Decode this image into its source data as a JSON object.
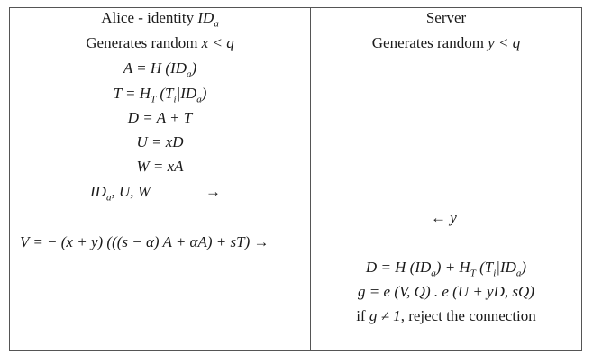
{
  "columns": {
    "alice": {
      "title_prefix": "Alice - identity ",
      "title_id": "ID",
      "title_sub": "a"
    },
    "server": {
      "title": "Server"
    }
  },
  "alice": {
    "gen_prefix": "Generates random ",
    "gen_expr": "x < q",
    "eq_A": {
      "lhs": "A",
      "rhs": " = H (ID",
      "sub": "a",
      "tail": ")"
    },
    "eq_T": {
      "text1": "T = H",
      "sub1": "T",
      "text2": " (T",
      "sub2": "i",
      "text3": "|ID",
      "sub3": "a",
      "text4": ")"
    },
    "eq_D": "D = A + T",
    "eq_U": "U = xD",
    "eq_W": "W = xA",
    "send1": {
      "id": "ID",
      "sub": "a",
      "rest": ", U, W",
      "arrow": "→"
    },
    "eq_V": {
      "text": "V = − (x + y) (((s − α) A + αA) + sT)",
      "arrow": "→"
    }
  },
  "server": {
    "gen_prefix": "Generates random ",
    "gen_expr": "y < q",
    "recv_y": {
      "arrow": "←",
      "var": "y"
    },
    "eq_D": {
      "text1": "D = H (ID",
      "sub1": "a",
      "text2": ") + H",
      "sub2": "T",
      "text3": " (T",
      "sub3": "i",
      "text4": "|ID",
      "sub4": "a",
      "text5": ")"
    },
    "eq_g": "g = e (V, Q) . e (U + yD, sQ)",
    "reject": {
      "prefix": "if ",
      "cond": "g ≠ 1",
      "suffix": ", reject the connection"
    }
  }
}
